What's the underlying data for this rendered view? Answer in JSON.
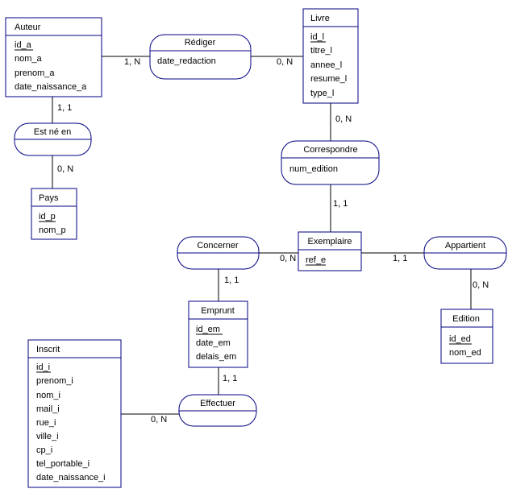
{
  "entities": {
    "auteur": {
      "name": "Auteur",
      "attrs": [
        "id_a",
        "nom_a",
        "prenom_a",
        "date_naissance_a"
      ]
    },
    "livre": {
      "name": "Livre",
      "attrs": [
        "id_l",
        "titre_l",
        "annee_l",
        "resume_l",
        "type_l"
      ]
    },
    "pays": {
      "name": "Pays",
      "attrs": [
        "id_p",
        "nom_p"
      ]
    },
    "exemplaire": {
      "name": "Exemplaire",
      "attrs": [
        "ref_e"
      ]
    },
    "emprunt": {
      "name": "Emprunt",
      "attrs": [
        "id_em",
        "date_em",
        "delais_em"
      ]
    },
    "edition": {
      "name": "Edition",
      "attrs": [
        "id_ed",
        "nom_ed"
      ]
    },
    "inscrit": {
      "name": "Inscrit",
      "attrs": [
        "id_i",
        "prenom_i",
        "nom_i",
        "mail_i",
        "rue_i",
        "ville_i",
        "cp_i",
        "tel_portable_i",
        "date_naissance_i"
      ]
    }
  },
  "relations": {
    "rediger": {
      "name": "Rédiger",
      "attrs": [
        "date_redaction"
      ]
    },
    "est_ne_en": {
      "name": "Est né en",
      "attrs": []
    },
    "correspondre": {
      "name": "Correspondre",
      "attrs": [
        "num_edition"
      ]
    },
    "concerner": {
      "name": "Concerner",
      "attrs": []
    },
    "appartient": {
      "name": "Appartient",
      "attrs": []
    },
    "effectuer": {
      "name": "Effectuer",
      "attrs": []
    }
  },
  "cardinalities": {
    "auteur_rediger": "1, N",
    "livre_rediger": "0, N",
    "auteur_estne": "1, 1",
    "pays_estne": "0, N",
    "livre_correspondre": "0, N",
    "exemplaire_correspondre": "1, 1",
    "exemplaire_concerner": "0, N",
    "emprunt_concerner": "1, 1",
    "exemplaire_appartient": "1, 1",
    "edition_appartient": "0, N",
    "emprunt_effectuer": "1, 1",
    "inscrit_effectuer": "0, N"
  }
}
